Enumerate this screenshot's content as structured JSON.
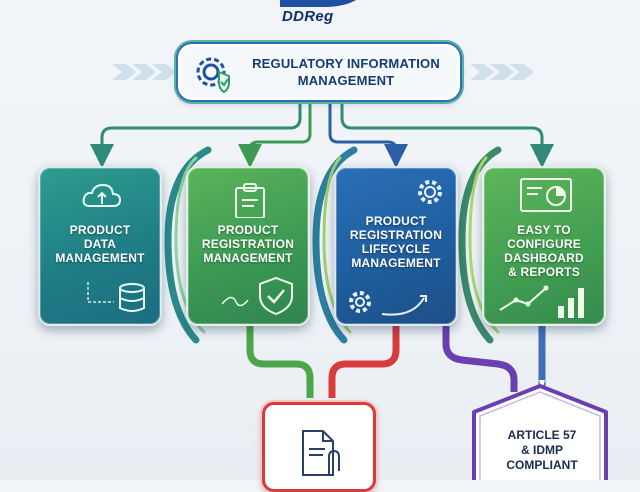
{
  "logo": {
    "text": "DDReg"
  },
  "header": {
    "title_line1": "REGULATORY INFORMATION",
    "title_line2": "MANAGEMENT",
    "icon": "gear-shield-icon"
  },
  "cards": [
    {
      "line1": "PRODUCT",
      "line2": "DATA",
      "line3": "MANAGEMENT",
      "icon": "cloud-upload-database-icon"
    },
    {
      "line1": "PRODUCT",
      "line2": "REGISTRATION",
      "line3": "MANAGEMENT",
      "icon": "clipboard-shield-icon"
    },
    {
      "line1": "PRODUCT",
      "line2": "REGISTRATION",
      "line3": "LIFECYCLE",
      "line4": "MANAGEMENT",
      "icon": "gears-cycle-icon"
    },
    {
      "line1": "EASY TO",
      "line2": "CONFIGURE",
      "line3": "DASHBOARD",
      "line4": "& REPORTS",
      "icon": "dashboard-chart-icon"
    }
  ],
  "outputs": {
    "document": {
      "icon": "document-attachment-icon"
    },
    "compliance": {
      "line1": "ARTICLE 57",
      "line2": "& IDMP",
      "line3": "COMPLIANT"
    }
  },
  "colors": {
    "navy": "#153b74",
    "teal": "#1f7e86",
    "green": "#3c9a54",
    "blue": "#1f5e9e",
    "red": "#d93a3a",
    "purple": "#6a3fb0"
  }
}
